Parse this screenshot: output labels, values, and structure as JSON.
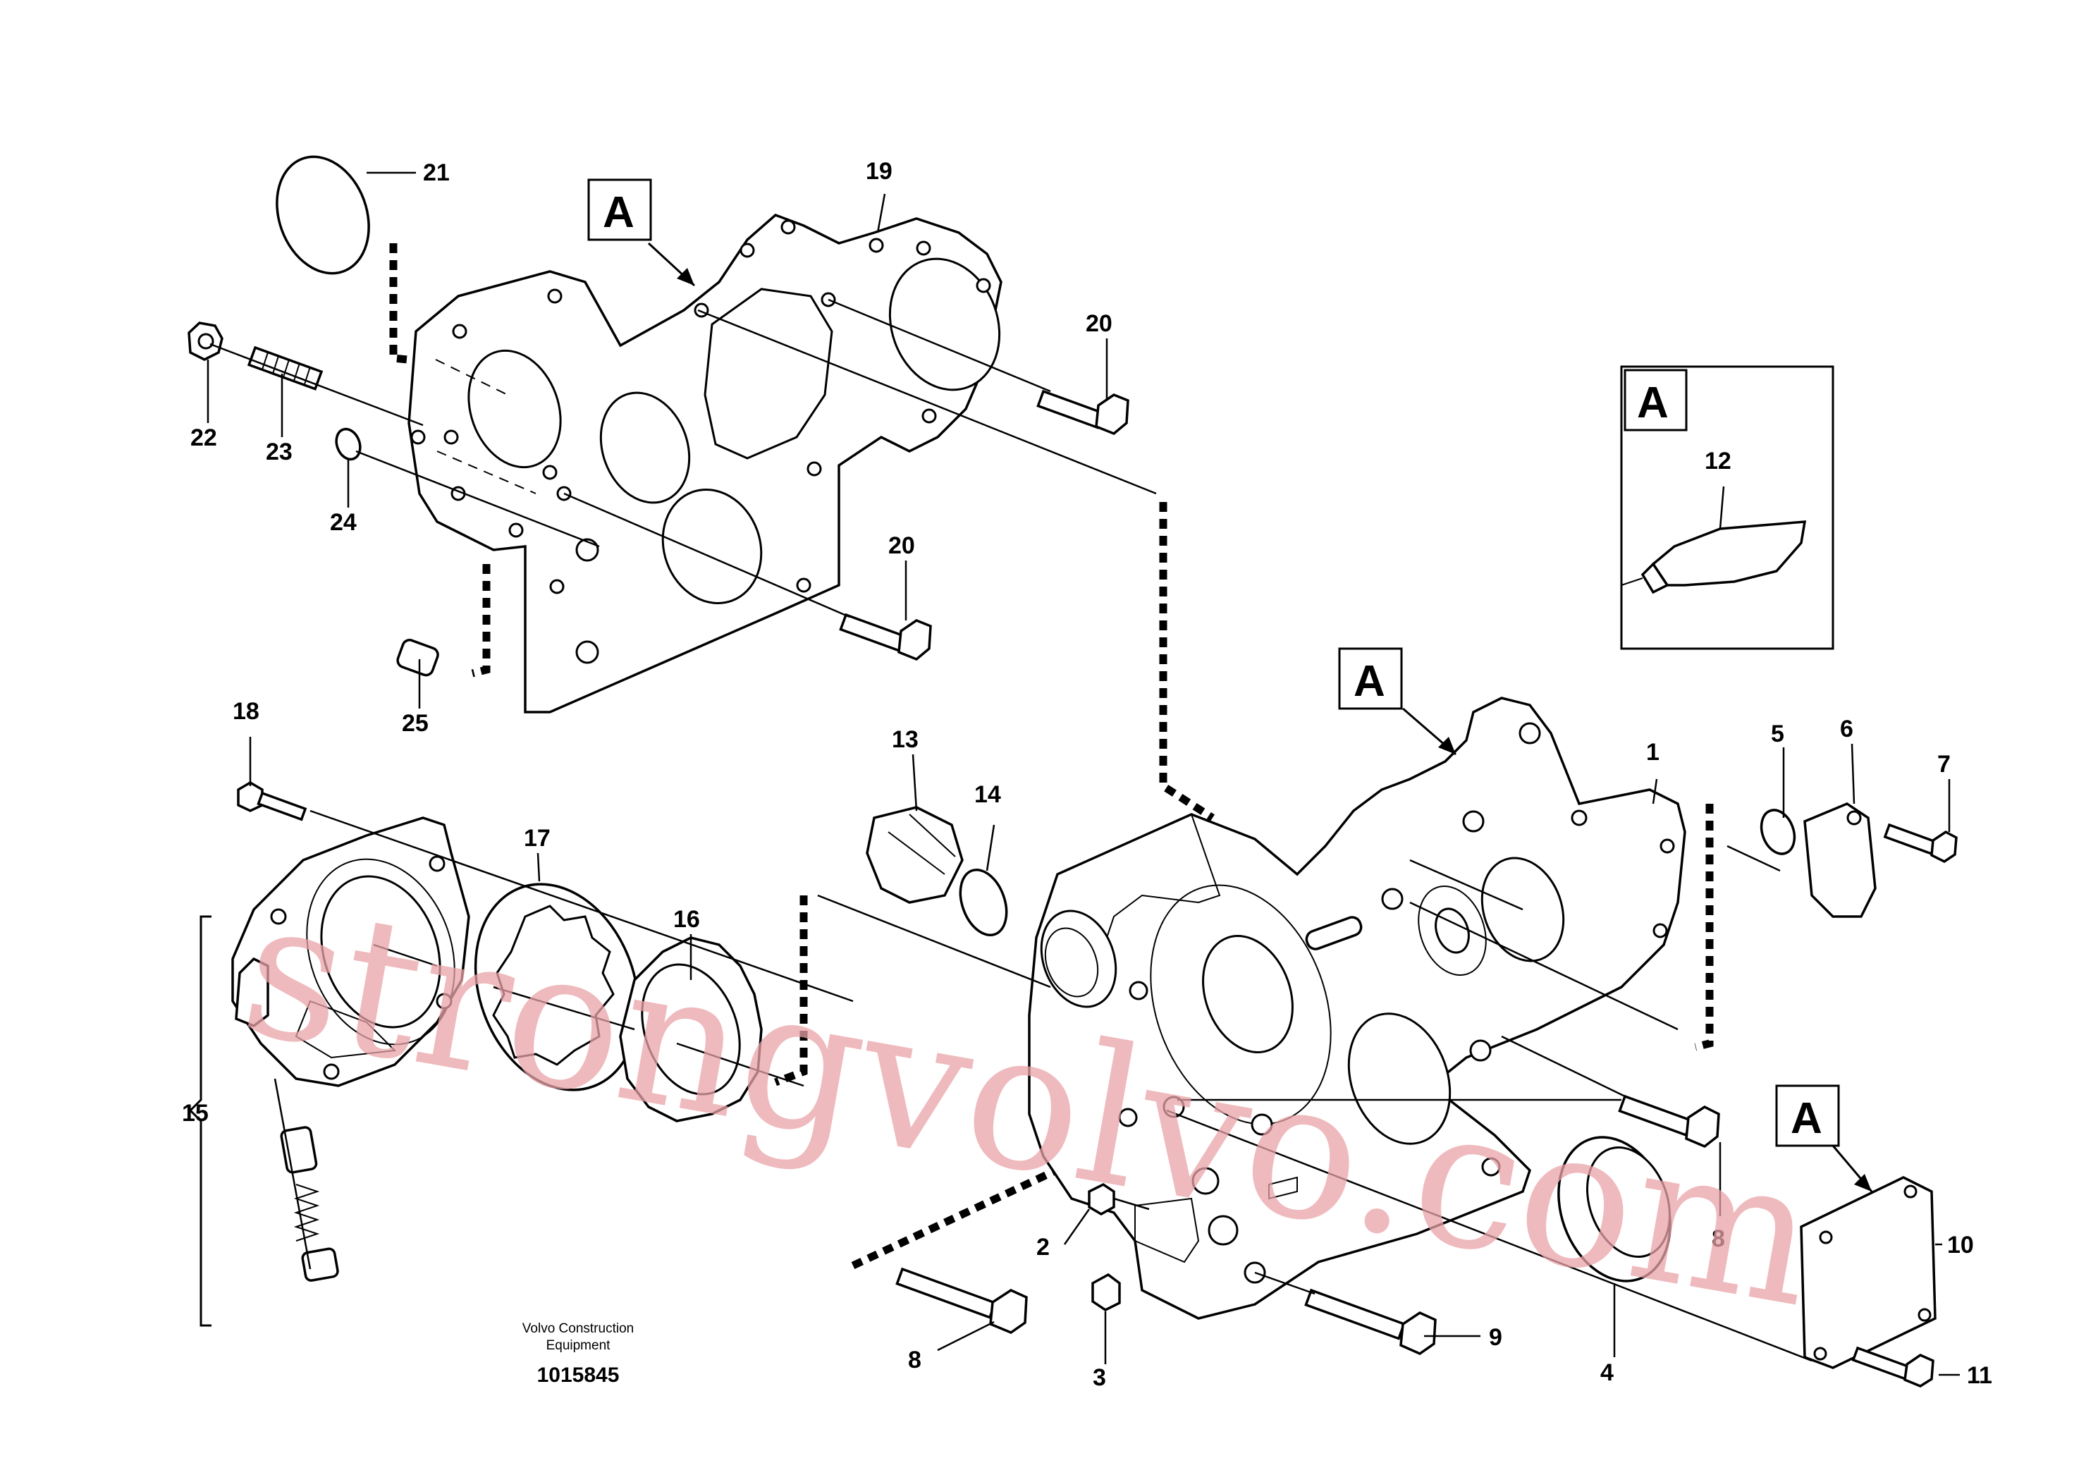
{
  "diagram": {
    "callouts": [
      "21",
      "19",
      "20",
      "20",
      "22",
      "23",
      "24",
      "25",
      "18",
      "17",
      "16",
      "15",
      "13",
      "14",
      "1",
      "5",
      "6",
      "7",
      "8",
      "8",
      "2",
      "3",
      "9",
      "4",
      "10",
      "11",
      "12"
    ],
    "markers": [
      "A",
      "A",
      "A",
      "A"
    ],
    "caption_line1": "Volvo Construction",
    "caption_line2": "Equipment",
    "drawing_number": "1015845",
    "watermark": "strongvolvo.com"
  }
}
